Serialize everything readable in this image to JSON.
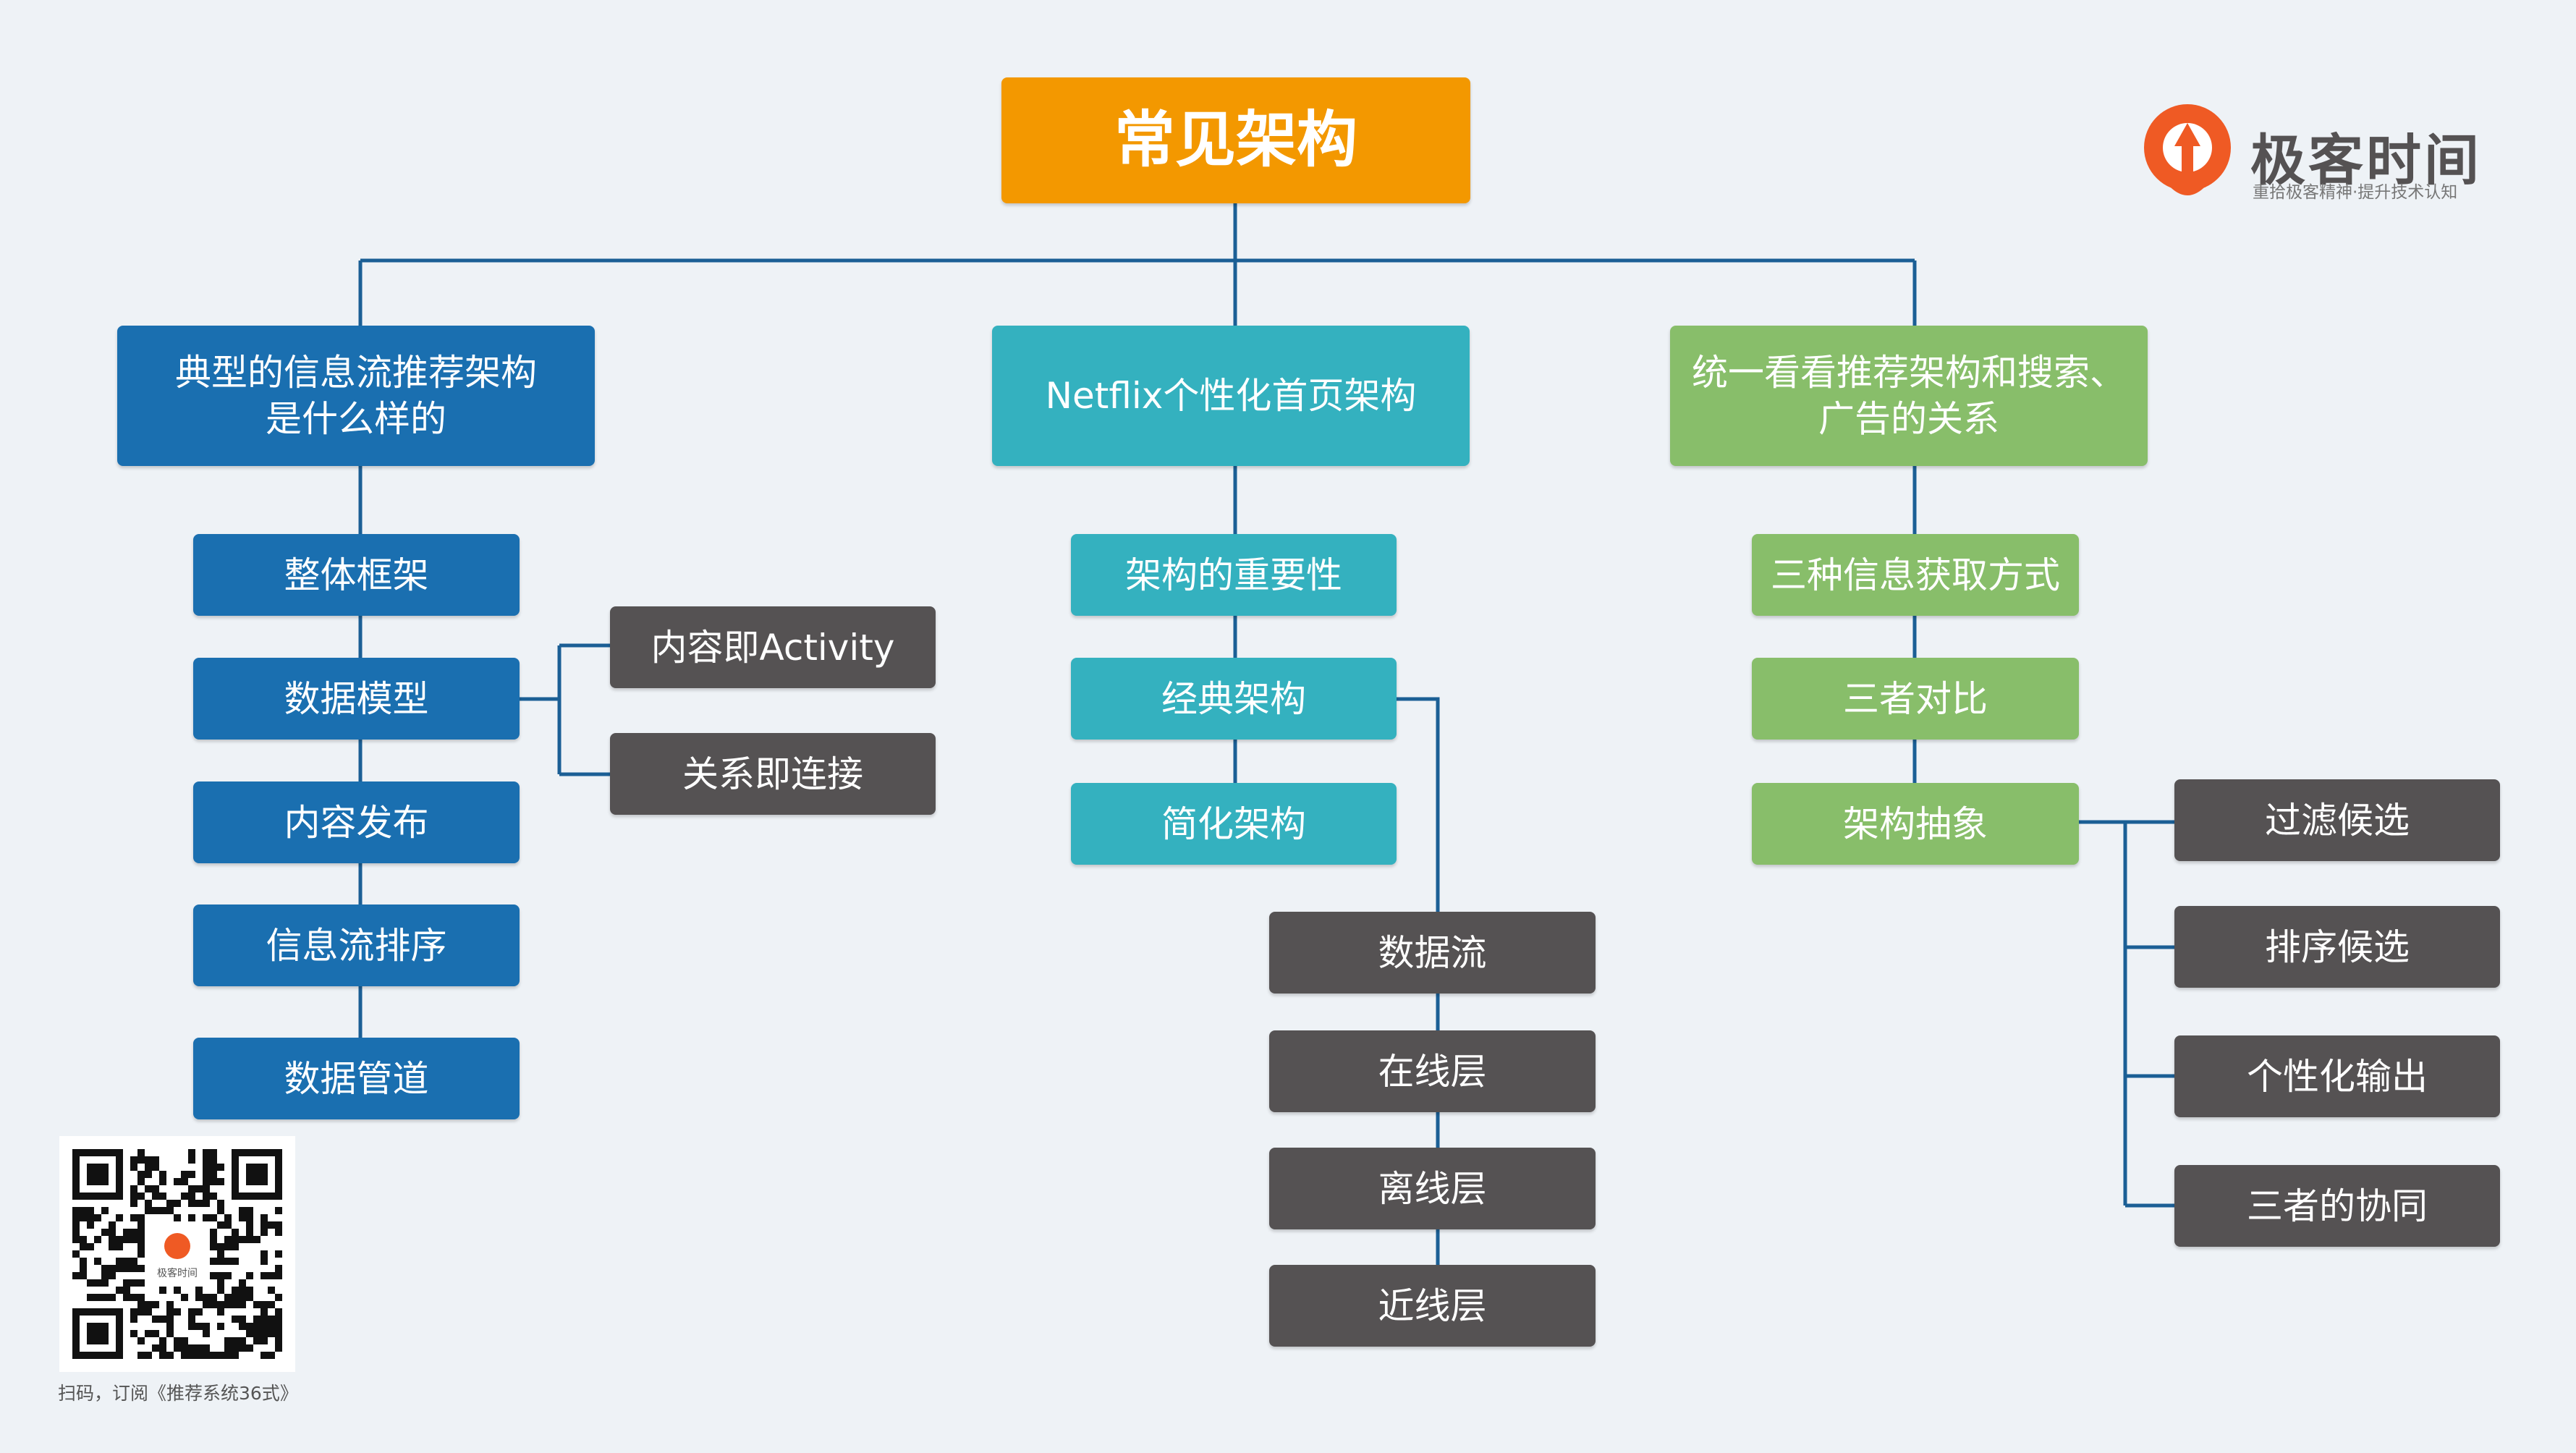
{
  "title": "常见架构",
  "brand": {
    "name": "极客时间",
    "slogan": "重拾极客精神·提升技术认知",
    "qr_logo_text": "极客时间"
  },
  "qr_caption": "扫码，订阅《推荐系统36式》",
  "branches": [
    {
      "label": "典型的信息流推荐架构\n是什么样的",
      "children": [
        "整体框架",
        "数据模型",
        "内容发布",
        "信息流排序",
        "数据管道"
      ],
      "sub": {
        "parent": "数据模型",
        "items": [
          "内容即Activity",
          "关系即连接"
        ]
      }
    },
    {
      "label": "Netflix个性化首页架构",
      "children": [
        "架构的重要性",
        "经典架构",
        "简化架构"
      ],
      "sub": {
        "parent": "经典架构",
        "items": [
          "数据流",
          "在线层",
          "离线层",
          "近线层"
        ]
      }
    },
    {
      "label": "统一看看推荐架构和搜索、\n广告的关系",
      "children": [
        "三种信息获取方式",
        "三者对比",
        "架构抽象"
      ],
      "sub": {
        "parent": "架构抽象",
        "items": [
          "过滤候选",
          "排序候选",
          "个性化输出",
          "三者的协同"
        ]
      }
    }
  ],
  "colors": {
    "root": "#f39800",
    "branch_1": "#1a6fb0",
    "branch_2": "#34b1bf",
    "branch_3": "#88be6a",
    "detail": "#555253",
    "connector": "#1b5f95",
    "background": "#eef2f6"
  }
}
